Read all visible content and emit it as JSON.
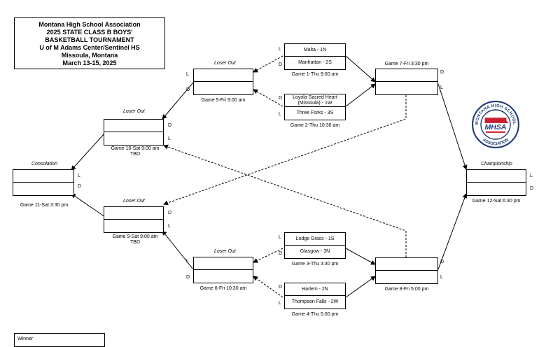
{
  "header": {
    "line1": "Montana High School Association",
    "line2": "2025 STATE CLASS B BOYS'",
    "line3": "BASKETBALL TOURNAMENT",
    "line4": "U of M Adams Center/Sentinel HS",
    "line5": "Missoula, Montana",
    "line6": "March 13-15, 2025"
  },
  "games": {
    "g1": {
      "top": "Malta - 1N",
      "bottom": "Manhattan - 2S",
      "caption": "Game 1-Thu 9:00 am"
    },
    "g2": {
      "top": "Loyola Sacred Heart (Missoula) - 1W",
      "bottom": "Three Forks - 3S",
      "caption": "Game 2-Thu 10:30 am"
    },
    "g3": {
      "top": "Lodge Grass - 1S",
      "bottom": "Glasgow - 3N",
      "caption": "Game 3-Thu 3:30 pm"
    },
    "g4": {
      "top": "Harlem - 2N",
      "bottom": "Thompson Falls - 2W",
      "caption": "Game 4-Thu 5:00 pm"
    },
    "g5": {
      "caption": "Game 5-Fri 9:00 am",
      "label": "Loser Out"
    },
    "g6": {
      "caption": "Game 6-Fri 10:30 am",
      "label": "Loser Out"
    },
    "g7": {
      "caption": "Game 7-Fri 3:30 pm"
    },
    "g8": {
      "caption": "Game 8-Fri 5:00 pm"
    },
    "g9": {
      "caption": "Game 9-Sat 9:00 am",
      "caption2": "TBD",
      "label": "Loser Out"
    },
    "g10": {
      "caption": "Game 10-Sat 9:00 am",
      "caption2": "TBD",
      "label": "Loser Out"
    },
    "g11": {
      "caption": "Game 11-Sat 3:30 pm",
      "label": "Consolation"
    },
    "g12": {
      "caption": "Game 12-Sat 6:30 pm",
      "label": "Championship"
    }
  },
  "letters": {
    "L": "L",
    "D": "D"
  },
  "logo": {
    "ring_text": "MONTANA HIGH SCHOOL ASSOCIATION",
    "center": "MHSA",
    "color": "#c8202f",
    "navy": "#1f3a7a"
  },
  "legend": {
    "winner": "Winner"
  }
}
